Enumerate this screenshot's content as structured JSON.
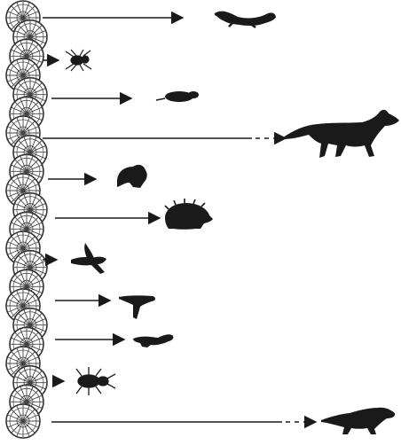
{
  "figure": {
    "hedgerow": {
      "icon": "tree-crown-icon",
      "count": 22
    },
    "rows": [
      {
        "animal": "stoat-icon",
        "connector": "solid-arrow"
      },
      {
        "animal": "spider-icon",
        "connector": "solid-arrow"
      },
      {
        "animal": "vole-icon",
        "connector": "solid-arrow"
      },
      {
        "animal": "fox-icon",
        "connector": "dashed-long-arrow"
      },
      {
        "animal": "toad-icon",
        "connector": "solid-arrow"
      },
      {
        "animal": "hedgehog-icon",
        "connector": "solid-arrow"
      },
      {
        "animal": "bird-flying-icon",
        "connector": "solid-arrow"
      },
      {
        "animal": "bird-gliding-icon",
        "connector": "solid-arrow"
      },
      {
        "animal": "weasel-icon",
        "connector": "solid-arrow"
      },
      {
        "animal": "beetle-icon",
        "connector": "solid-arrow"
      },
      {
        "animal": "polecat-icon",
        "connector": "dashed-long-arrow"
      }
    ],
    "colors": {
      "ink": "#1a1a1a",
      "background": "#ffffff",
      "crown_line": "#333333"
    }
  }
}
